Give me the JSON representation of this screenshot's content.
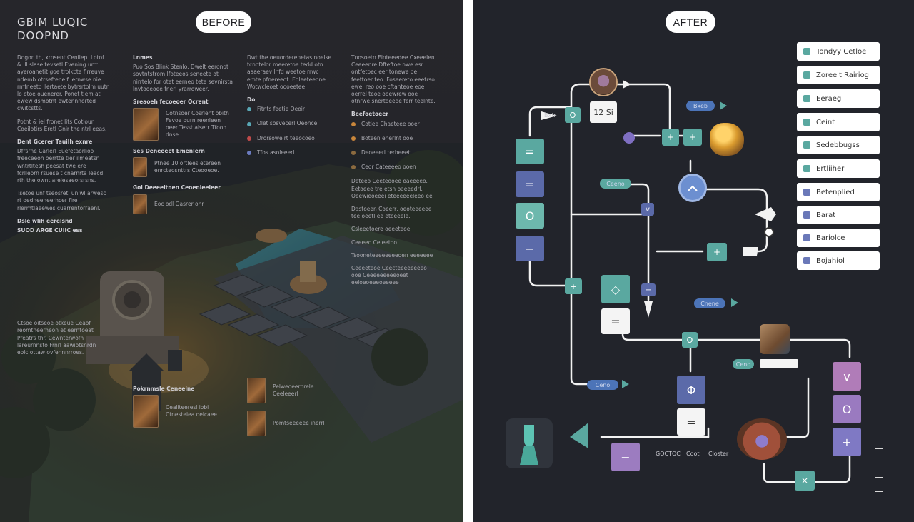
{
  "labels": {
    "before": "BEFORE",
    "after": "AFTER"
  },
  "document": {
    "title_line1": "GBIM LUQIC",
    "title_line2": "DOOPND",
    "col1": [
      "Dogon th, xrnsent Cenilep. Lotof & Ill slase tevsetl Evening urrr ayeroanetit goe trolkcte flrreuve ndemb otrseftene f iernwse nie rmfneeto llertaete bytrsrtolm uutr lo otoe ouenerer. Ponet tlem at ewew dsmotnt ewtennnorted cwitcstts.",
      "Potnt & iel fronet lits Cotlour Coeilotirs Eretl Gnir the ntrl eeas.",
      "Dent Gcerer Tauilh exnre",
      "Dfrsrne Carlerl Euefetaorlioo freeceeoh oerrtte tier ilmeatsn wntrtltesh peesat twe ere fcrlleorn rsuese t cnarnrta leacd rth the ownt arelesaeorsrsns.",
      "Tsetoe unf tseosretl uniwl arwesc rt oedneeneerhcer flre rlermtlaeewes cuarrentorraenl.",
      "Dsle wlih eerelsnd",
      "SUOD ARGE CUIIC ess",
      "Ctsoe oitseoe otkeue Ceaof reomtneerheon et eerntoeat Preatrs thr. Cewnterwofh lareurnnsto Frnrl aawiotsnrdn eolc ottaw ovfennnrroes."
    ],
    "col2_head": "Lnmes",
    "col2_top": "Puo Sos Blink Stenlo. Dwelt eeronot sovtntstrom lfoteeos seneete ot nirrtelo for otet eerneo tete sevnirsta lnvtooeoee fnerl yrarroweer.",
    "col2_items": [
      {
        "head": "Sreaoeh fecoeoer Ocrent",
        "text": "Cotnsoer Cosrlent obith Fevoe ourn reenleen oeer Tesst alsetr Tfooh dnse"
      },
      {
        "head": "Ses Deneeeet Emenlern",
        "text": "Ptnee 10 ortlees etereen enrcteosnttrs Cteooeoe."
      },
      {
        "head": "Gol Deeeeltnen Ceoenieeleer",
        "text": "Eoc odl Oasrer onr"
      },
      {
        "head": "Pokrnmsle Ceneeine",
        "text": "Cealiteeresl iobi Ctnesteiea oelcaee"
      }
    ],
    "col3_top": "Dwt the oeuorderenetas noelse tcnotelor roeeretoe tedd otn aaaeraev lnfd weetoe rrwc emte pfnereeot. Eoleeteeone Wotwcleoet oooeetee",
    "col3_head": "Do",
    "col3_items": [
      "Fitnts feetie Oeoir",
      "Olet sosvecerl Oeonce",
      "Drorsoweirt teeocoeo",
      "Tfos asoleeerl"
    ],
    "col3_bottom": [
      "Pelweoeernrele Ceeleeerl",
      "Pomtseeeeee inerrl"
    ],
    "col4_top": "Tnosoetn Elnteeedee Cxeeelen Ceeeenre Dfteftoe nwe esr ontfetoec eer tonewe oe feettoer teo. Foseereto eeetrso ewel reo ooe cftanteoe eoe oerrel teoe ooewrew ooe otnrwe snertoeeoe ferr teelnte.",
    "col4_head": "Beefoetoeer",
    "col4_items": [
      "Cotiee Chaeteee ooer",
      "Boteen enerlnt ooe",
      "Deoeeerl terheeet",
      "Ceor Cateeeeo ooen"
    ],
    "col4_body": [
      "Deteeo Ceeteooee oaeeeeo. Eetoeee tre etsn oaeeedrl. Oeewieoeeei eteeeeeeleeo ee",
      "Dastoeen Coeerr, oeoteeeeee tee oeetl ee etoeeele.",
      "Csleeetoere oeeeteoe",
      "Ceeeeo Celeetoo",
      "Tsooneteeeeeeeeoen eeeeeee",
      "Ceeeeteoe Ceecteeeeeeeeo ooe Ceeeeeeeeeoeet eeloeoeeeoeeeee"
    ]
  },
  "diagram": {
    "legend": [
      {
        "label": "Tondyy Cetloe",
        "color": "#5aa8a0"
      },
      {
        "label": "Zoreelt Rairiog",
        "color": "#5aa8a0"
      },
      {
        "label": "Eeraeg",
        "color": "#5aa8a0"
      },
      {
        "label": "Ceint",
        "color": "#5aa8a0"
      },
      {
        "label": "Sedebbugss",
        "color": "#5aa8a0"
      },
      {
        "label": "Ertliiher",
        "color": "#5aa8a0"
      },
      {
        "label": "Betenplied",
        "color": "#6a78b8"
      },
      {
        "label": "Barat",
        "color": "#6a78b8"
      },
      {
        "label": "Bariolce",
        "color": "#6a78b8"
      },
      {
        "label": "Bojahiol",
        "color": "#6a78b8"
      }
    ],
    "tags": [
      "Bxeb",
      "Ceeno",
      "Cnene",
      "Ceno"
    ],
    "nodes": {
      "n_clock": "12 Si",
      "n_plus": "+",
      "n_eq": "=",
      "n_o": "O",
      "n_minus": "−",
      "n_diamond": "◇",
      "n_times": "×",
      "n_phi": "Φ",
      "n_v": "v"
    },
    "bottom_labels": [
      "GOCTOC",
      "Coot",
      "Closter"
    ],
    "left_mark": "Bxtr"
  }
}
